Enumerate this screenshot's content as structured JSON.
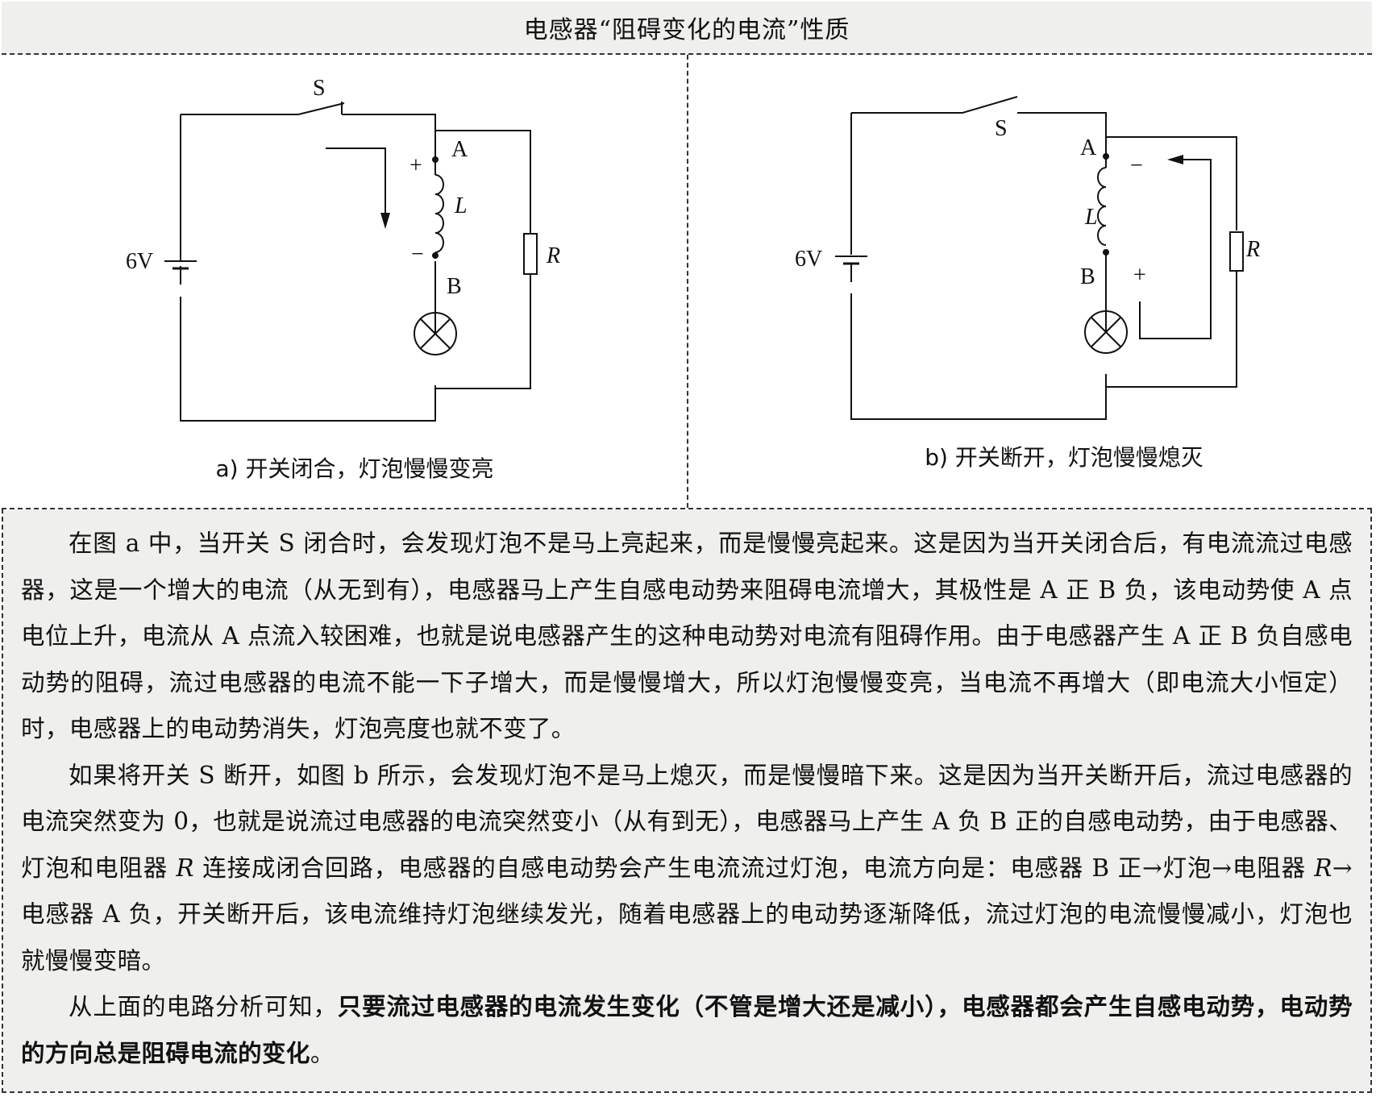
{
  "title": "电感器“阻碍变化的电流”性质",
  "figure_a": {
    "caption": "a) 开关闭合，灯泡慢慢变亮",
    "battery_label": "6V",
    "switch_label": "S",
    "node_a": "A",
    "node_b": "B",
    "inductor_label": "L",
    "resistor_label": "R",
    "plus": "+",
    "minus": "−"
  },
  "figure_b": {
    "caption": "b) 开关断开，灯泡慢慢熄灭",
    "battery_label": "6V",
    "switch_label": "S",
    "node_a": "A",
    "node_b": "B",
    "inductor_label": "L",
    "resistor_label": "R",
    "plus": "+",
    "minus": "−"
  },
  "paragraphs": {
    "p1": "在图 a 中，当开关 S 闭合时，会发现灯泡不是马上亮起来，而是慢慢亮起来。这是因为当开关闭合后，有电流流过电感器，这是一个增大的电流（从无到有），电感器马上产生自感电动势来阻碍电流增大，其极性是 A 正 B 负，该电动势使 A 点电位上升，电流从 A 点流入较困难，也就是说电感器产生的这种电动势对电流有阻碍作用。由于电感器产生 A 正 B 负自感电动势的阻碍，流过电感器的电流不能一下子增大，而是慢慢增大，所以灯泡慢慢变亮，当电流不再增大（即电流大小恒定）时，电感器上的电动势消失，灯泡亮度也就不变了。",
    "p2a": "如果将开关 S 断开，如图 b 所示，会发现灯泡不是马上熄灭，而是慢慢暗下来。这是因为当开关断开后，流过电感器的电流突然变为 0，也就是说流过电感器的电流突然变小（从有到无），电感器马上产生 A 负 B 正的自感电动势，由于电感器、灯泡和电阻器 ",
    "p2_r1": "R",
    "p2b": " 连接成闭合回路，电感器的自感电动势会产生电流流过灯泡，电流方向是：电感器 B 正→灯泡→电阻器 ",
    "p2_r2": "R",
    "p2c": "→电感器 A 负，开关断开后，该电流维持灯泡继续发光，随着电感器上的电动势逐渐降低，流过灯泡的电流慢慢减小，灯泡也就慢慢变暗。",
    "p3a": "从上面的电路分析可知，",
    "p3_bold": "只要流过电感器的电流发生变化（不管是增大还是减小），电感器都会产生自感电动势，电动势的方向总是阻碍电流的变化",
    "p3b": "。"
  }
}
